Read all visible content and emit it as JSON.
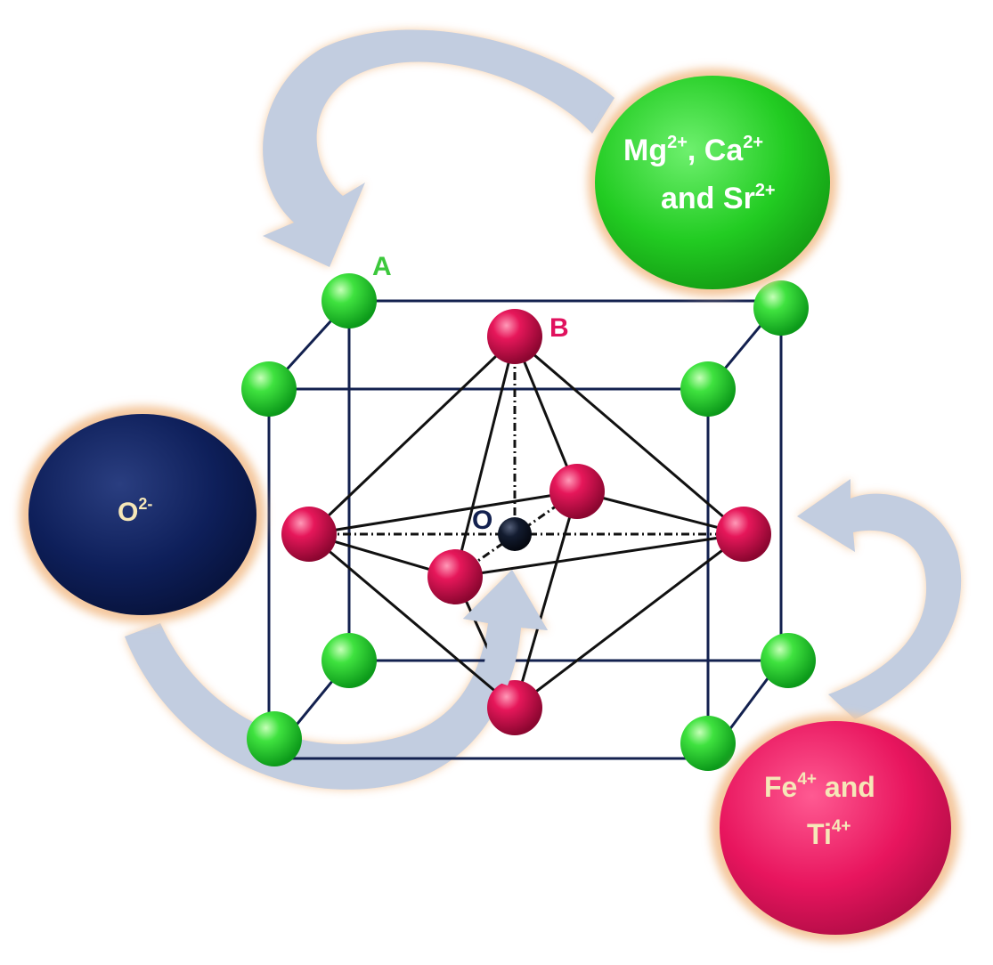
{
  "labels": {
    "A": "A",
    "B": "B",
    "O": "O"
  },
  "bubbles": {
    "a_site": {
      "line1": {
        "t1": "Mg",
        "s1": "2+",
        "t2": ", Ca",
        "s2": "2+"
      },
      "line2": {
        "t1": "and Sr",
        "s1": "2+"
      },
      "color": "#22cc22"
    },
    "oxygen": {
      "line1": {
        "t1": "O",
        "s1": "2-"
      },
      "color": "#0e1f5a"
    },
    "b_site": {
      "line1": {
        "t1": "Fe",
        "s1": "4+",
        "t2": " and"
      },
      "line2": {
        "t1": "Ti",
        "s1": "4+"
      },
      "color": "#e8155e"
    }
  },
  "colors": {
    "a_atom": "#2ed82e",
    "b_atom": "#e0124f",
    "o_atom": "#0e1a33",
    "cube_edge": "#13214f",
    "bond": "#111111",
    "arrow_fill": "#c2cde0",
    "arrow_glow": "#f4c79d",
    "label_a": "#3cc83c",
    "label_b": "#e0125e",
    "label_o": "#13214f"
  }
}
